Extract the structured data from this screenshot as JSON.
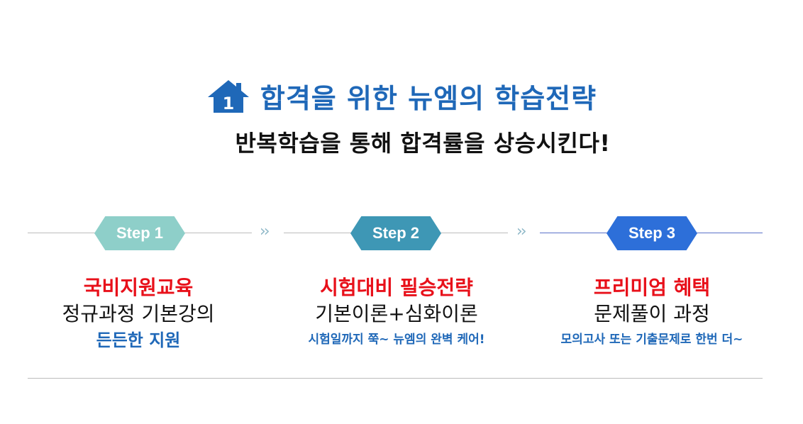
{
  "header": {
    "icon_number": "1",
    "title": "합격을 위한 뉴엠의 학습전략",
    "subtitle": "반복학습을 통해 합격률을 상승시킨다!"
  },
  "steps": [
    {
      "badge": "Step 1",
      "heading": "국비지원교육",
      "line2": "정규과정 기본강의",
      "line3": "든든한  지원"
    },
    {
      "badge": "Step 2",
      "heading": "시험대비 필승전략",
      "line2": "기본이론+심화이론",
      "line3": "시험일까지 쭉~ 뉴엠의 완벽 케어!"
    },
    {
      "badge": "Step 3",
      "heading": "프리미엄 혜택",
      "line2": "문제풀이 과정",
      "line3": "모의고사 또는 기출문제로 한번 더~"
    }
  ],
  "separator": "››",
  "colors": {
    "title_blue": "#1f68b8",
    "heading_red": "#e8101a",
    "step1": "#8ecfc9",
    "step2": "#3e97b5",
    "step3": "#2d6fd9"
  }
}
